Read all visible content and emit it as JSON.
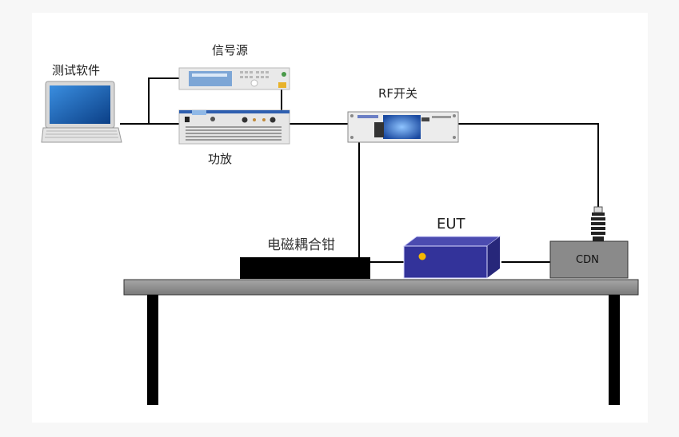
{
  "diagram": {
    "labels": {
      "software": "测试软件",
      "signal_source": "信号源",
      "amplifier": "功放",
      "rf_switch": "RF开关",
      "em_clamp": "电磁耦合钳",
      "eut": "EUT",
      "cdn": "CDN"
    },
    "colors": {
      "eut_box": "#33339a",
      "eut_led": "#f5b800",
      "table": "#8c8c8c",
      "cdn": "#8a8a8a",
      "clamp": "#000000",
      "laptop_screen": "#1a5fb0"
    }
  }
}
